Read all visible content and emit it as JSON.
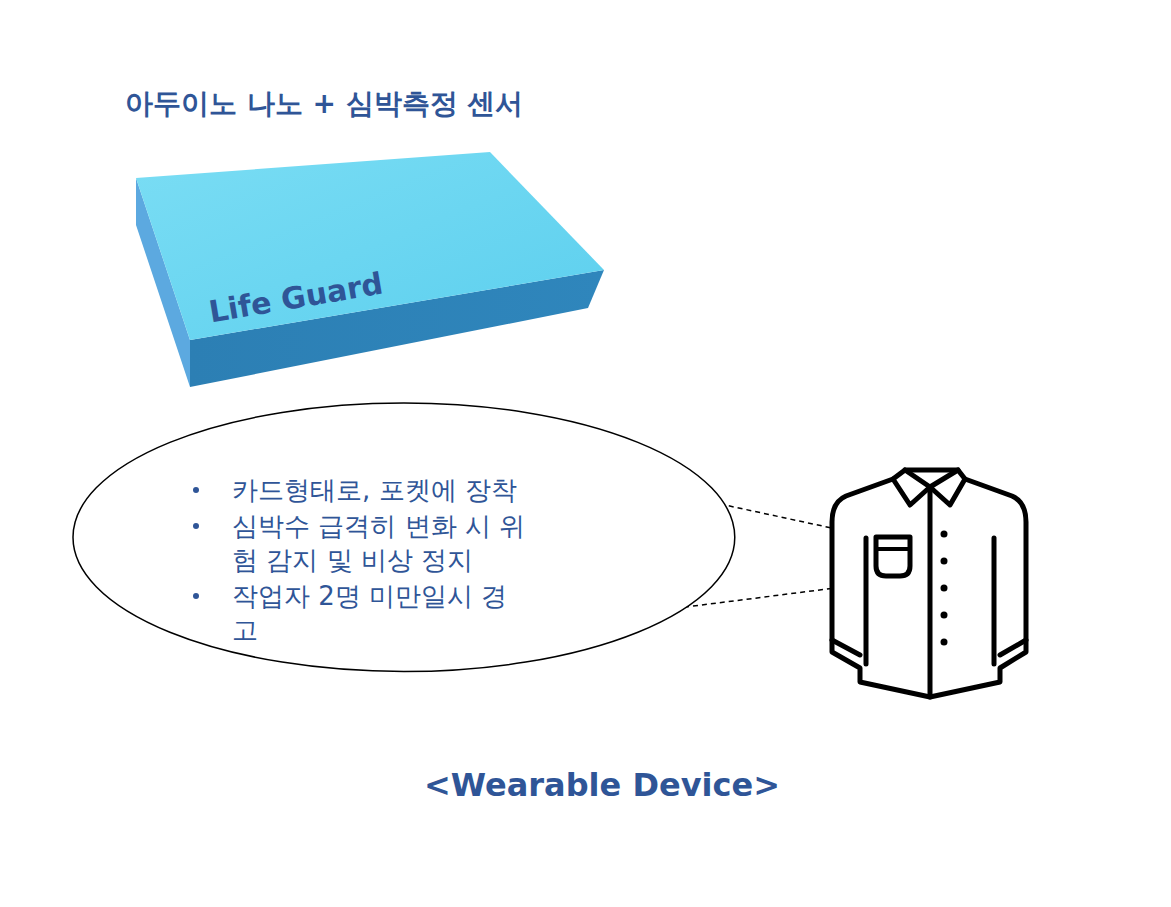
{
  "diagram": {
    "title": "아두이노 나노 + 심박측정 센서",
    "nodes": [
      {
        "text": [
          "Life Guard"
        ]
      },
      {
        "text": [
          "카드형태로, 포켓에 장착",
          "심박수 급격히 변화 시 위험 감지 및 비상 정지",
          "작업자 2명 미만일시 경고"
        ]
      }
    ],
    "caption": "<Wearable Device>"
  }
}
